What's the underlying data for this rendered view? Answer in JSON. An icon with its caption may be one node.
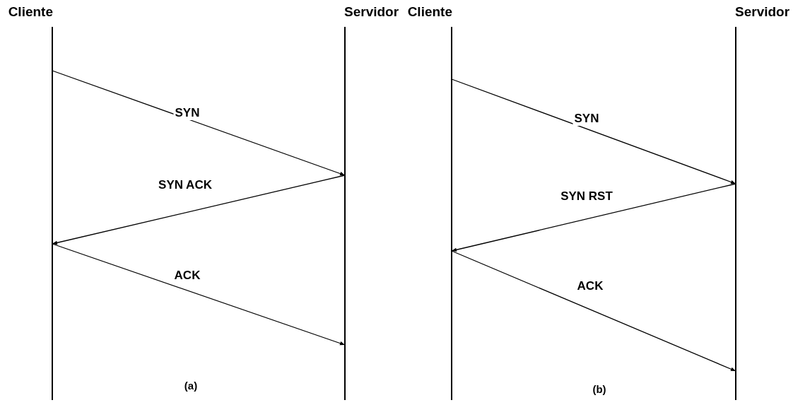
{
  "diagram": {
    "nodes": [
      {
        "text": [
          "Cliente"
        ]
      },
      {
        "text": [
          "Servidor"
        ]
      },
      {
        "text": [
          "Cliente"
        ]
      },
      {
        "text": [
          "Servidor"
        ]
      }
    ],
    "edges": [
      {
        "from": 0,
        "to": 1,
        "arrow": "to",
        "label": "SYN"
      },
      {
        "from": 1,
        "to": 0,
        "arrow": "to",
        "label": "SYN ACK"
      },
      {
        "from": 0,
        "to": 1,
        "arrow": "to",
        "label": "ACK"
      },
      {
        "from": 2,
        "to": 3,
        "arrow": "to",
        "label": "SYN"
      },
      {
        "from": 3,
        "to": 2,
        "arrow": "to",
        "label": "SYN RST"
      },
      {
        "from": 2,
        "to": 3,
        "arrow": "to",
        "label": "ACK"
      }
    ],
    "labels": [
      "(a)",
      "(b)"
    ]
  }
}
